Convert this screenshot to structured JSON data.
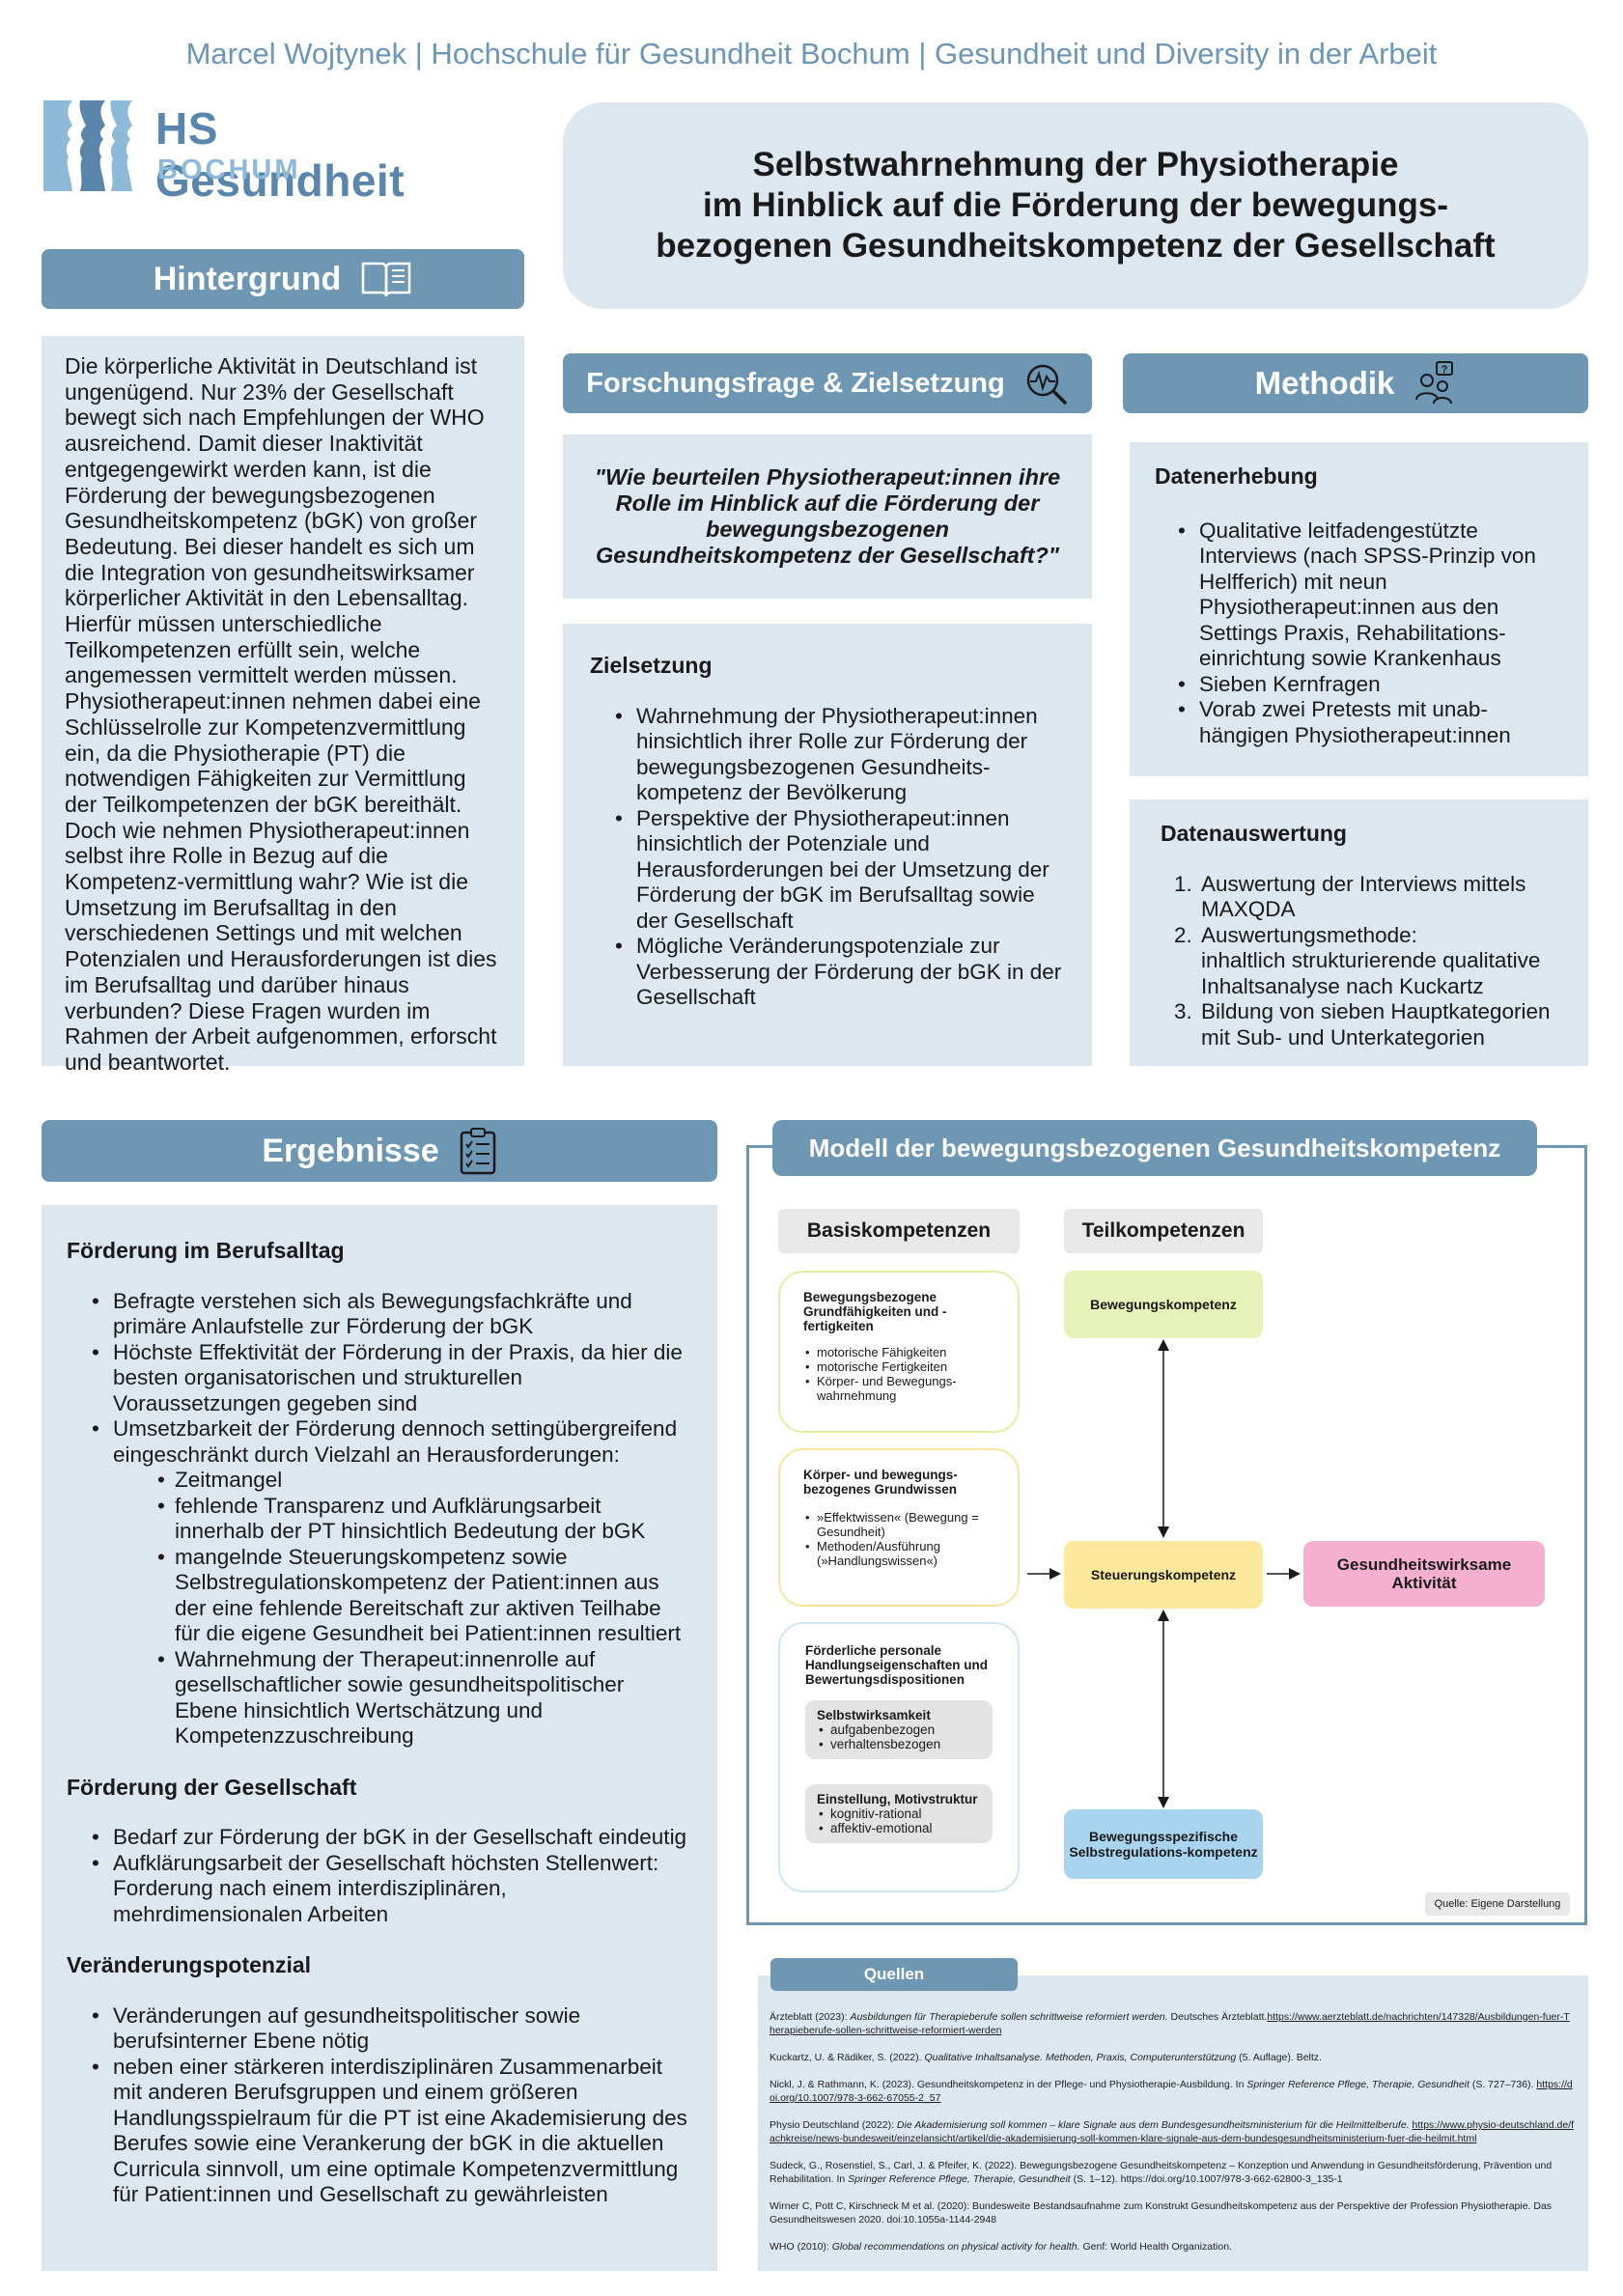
{
  "header": {
    "line": "Marcel Wojtynek | Hochschule für Gesundheit Bochum | Gesundheit und Diversity in der Arbeit"
  },
  "logo": {
    "name": "HS Gesundheit",
    "city": "BOCHUM"
  },
  "title": {
    "line1": "Selbstwahrnehmung der Physiotherapie",
    "line2": "im Hinblick auf die Förderung der bewegungs-",
    "line3": "bezogenen Gesundheitskompetenz der Gesellschaft"
  },
  "hintergrund": {
    "heading": "Hintergrund",
    "text": "Die körperliche Aktivität in Deutschland ist ungenügend. Nur 23% der Gesellschaft bewegt sich nach Empfehlungen der WHO ausreichend. Damit dieser Inaktivität entgegengewirkt werden kann, ist die Förderung der bewegungsbezogenen Gesundheitskompetenz (bGK) von großer Bedeutung. Bei dieser handelt es sich um die Integration von gesundheitswirksamer körperlicher Aktivität in den Lebensalltag. Hierfür müssen unterschiedliche Teilkompetenzen erfüllt sein, welche angemessen vermittelt werden müssen. Physiotherapeut:innen nehmen dabei eine Schlüsselrolle zur Kompetenzvermittlung ein, da die Physiotherapie (PT) die notwendigen Fähigkeiten zur Vermittlung der Teilkompetenzen der bGK bereithält. Doch wie nehmen Physiotherapeut:innen selbst ihre Rolle in Bezug auf die Kompetenz-vermittlung wahr? Wie ist die Umsetzung im Berufsalltag in den verschiedenen Settings und mit welchen Potenzialen und Herausforderungen ist dies im Berufsalltag und darüber hinaus verbunden? Diese Fragen wurden im Rahmen der Arbeit aufgenommen, erforscht und beantwortet."
  },
  "forschung": {
    "heading": "Forschungsfrage & Zielsetzung",
    "question": "\"Wie beurteilen Physiotherapeut:innen ihre Rolle im Hinblick auf die Förderung der bewegungsbezogenen Gesundheitskompetenz der Gesellschaft?\"",
    "ziel_title": "Zielsetzung",
    "ziel_items": [
      "Wahrnehmung der Physiotherapeut:innen hinsichtlich ihrer Rolle zur Förderung der bewegungsbezogenen Gesundheits-kompetenz der Bevölkerung",
      "Perspektive der Physiotherapeut:innen hinsichtlich der Potenziale und Herausforderungen bei der Umsetzung der Förderung der bGK im Berufsalltag sowie der Gesellschaft",
      "Mögliche Veränderungspotenziale zur Verbesserung der Förderung der bGK in der Gesellschaft"
    ]
  },
  "methodik": {
    "heading": "Methodik",
    "erhebung_title": "Datenerhebung",
    "erhebung_items": [
      "Qualitative leitfadengestützte Interviews (nach SPSS-Prinzip von Helfferich) mit neun Physiotherapeut:innen aus den Settings Praxis, Rehabilitations-einrichtung sowie Krankenhaus",
      "Sieben Kernfragen",
      "Vorab zwei Pretests mit unab-hängigen Physiotherapeut:innen"
    ],
    "auswertung_title": "Datenauswertung",
    "auswertung_items": [
      {
        "num": "1.",
        "text": "Auswertung der Interviews mittels MAXQDA"
      },
      {
        "num": "2.",
        "bold": "Auswertungsmethode:",
        "text": "inhaltlich strukturierende qualitative Inhaltsanalyse nach Kuckartz"
      },
      {
        "num": "3.",
        "text": "Bildung von sieben Hauptkategorien mit Sub- und Unterkategorien"
      }
    ]
  },
  "ergebnisse": {
    "heading": "Ergebnisse",
    "s1_title": "Förderung im Berufsalltag",
    "s1_items": [
      "Befragte verstehen sich als Bewegungsfachkräfte und primäre Anlaufstelle zur Förderung der bGK",
      "Höchste Effektivität der Förderung in der Praxis, da hier die besten organisatorischen und strukturellen Voraussetzungen gegeben sind",
      "Umsetzbarkeit der Förderung dennoch settingübergreifend eingeschränkt durch Vielzahl an Herausforderungen:"
    ],
    "s1_sub": [
      "Zeitmangel",
      "fehlende Transparenz und Aufklärungsarbeit innerhalb der PT hinsichtlich Bedeutung der bGK",
      "mangelnde Steuerungskompetenz sowie Selbstregulationskompetenz der Patient:innen aus der eine fehlende Bereitschaft zur aktiven Teilhabe für die eigene Gesundheit bei Patient:innen resultiert",
      "Wahrnehmung der Therapeut:innenrolle auf gesellschaftlicher sowie gesundheitspolitischer Ebene hinsichtlich Wertschätzung und Kompetenzzuschreibung"
    ],
    "s2_title": "Förderung der Gesellschaft",
    "s2_items": [
      "Bedarf zur Förderung der bGK in der Gesellschaft eindeutig",
      "Aufklärungsarbeit der Gesellschaft höchsten Stellenwert: Forderung nach einem interdisziplinären, mehrdimensionalen Arbeiten"
    ],
    "s3_title": "Veränderungspotenzial",
    "s3_items": [
      "Veränderungen auf gesundheitspolitischer sowie berufsinterner Ebene nötig",
      "neben einer stärkeren interdisziplinären Zusammenarbeit mit anderen Berufsgruppen und einem größeren Handlungsspielraum für die PT ist eine Akademisierung des Berufes sowie eine Verankerung der bGK in die aktuellen Curricula sinnvoll, um eine optimale Kompetenzvermittlung für Patient:innen und Gesellschaft zu gewährleisten"
    ]
  },
  "modell": {
    "heading": "Modell der bewegungsbezogenen Gesundheitskompetenz",
    "col1": "Basiskompetenzen",
    "col2": "Teilkompetenzen",
    "box1_title": "Bewegungsbezogene Grundfähigkeiten und -fertigkeiten",
    "box1_items": [
      "motorische Fähigkeiten",
      "motorische Fertigkeiten",
      "Körper- und Bewegungs-wahrnehmung"
    ],
    "box2_title": "Körper- und bewegungs-bezogenes Grundwissen",
    "box2_items": [
      "»Effektwissen« (Bewegung = Gesundheit)",
      "Methoden/Ausführung (»Handlungswissen«)"
    ],
    "box3_title": "Förderliche personale Handlungseigenschaften und Bewertungsdispositionen",
    "box3_sub1_title": "Selbstwirksamkeit",
    "box3_sub1_items": [
      "aufgabenbezogen",
      "verhaltensbezogen"
    ],
    "box3_sub2_title": "Einstellung, Motivstruktur",
    "box3_sub2_items": [
      "kognitiv-rational",
      "affektiv-emotional"
    ],
    "teil1": "Bewegungskompetenz",
    "teil2": "Steuerungskompetenz",
    "teil3": "Bewegungsspezifische Selbstregulations-kompetenz",
    "result": "Gesundheitswirksame Aktivität",
    "source": "Quelle: Eigene Darstellung",
    "colors": {
      "green": "#e6f2b8",
      "yellow": "#fbe89a",
      "blue": "#a9d4f0",
      "pink": "#f6b0cf",
      "frame": "#6e97b4"
    }
  },
  "quellen": {
    "heading": "Quellen",
    "refs": [
      {
        "pre": "Ärzteblatt (2023): ",
        "it": "Ausbildungen für Therapieberufe sollen schrittweise reformiert werden.",
        "post": " Deutsches Ärzteblatt.",
        "link": "https://www.aerzteblatt.de/nachrichten/147328/Ausbildungen-fuer-Therapieberufe-sollen-schrittweise-reformiert-werden"
      },
      {
        "pre": "Kuckartz, U. & Rädiker, S. (2022). ",
        "it": "Qualitative Inhaltsanalyse. Methoden, Praxis, Computerunterstützung",
        "post": " (5. Auflage). Beltz.",
        "link": ""
      },
      {
        "pre": "Nickl, J. & Rathmann, K. (2023). Gesundheitskompetenz in der Pflege- und Physiotherapie-Ausbildung. In ",
        "it": "Springer Reference Pflege, Therapie, Gesundheit",
        "post": " (S. 727–736). ",
        "link": "https://doi.org/10.1007/978-3-662-67055-2_57"
      },
      {
        "pre": "Physio Deutschland (2022): ",
        "it": "Die Akademisierung soll kommen – klare Signale aus dem Bundesgesundheitsministerium für die Heilmittelberufe.",
        "post": " ",
        "link": "https://www.physio-deutschland.de/fachkreise/news-bundesweit/einzelansicht/artikel/die-akademisierung-soll-kommen-klare-signale-aus-dem-bundesgesundheitsministerium-fuer-die-heilmit.html"
      },
      {
        "pre": "Sudeck, G., Rosenstiel, S., Carl, J. & Pfeifer, K. (2022). Bewegungsbezogene Gesundheitskompetenz – Konzeption und Anwendung in Gesundheitsförderung, Prävention und Rehabilitation. In ",
        "it": "Springer Reference Pflege, Therapie, Gesundheit",
        "post": " (S. 1–12). https://doi.org/10.1007/978-3-662-62800-3_135-1",
        "link": ""
      },
      {
        "pre": "Wirner C, Pott C, Kirschneck M et al. (2020): Bundesweite Bestandsaufnahme zum Konstrukt Gesundheitskompetenz aus der Perspektive der Profession Physiotherapie. Das Gesundheitswesen 2020. doi:10.1055a-1144-2948",
        "it": "",
        "post": "",
        "link": ""
      },
      {
        "pre": "WHO (2010): ",
        "it": "Global recommendations on physical activity for health.",
        "post": " Genf: World Health Organization.",
        "link": ""
      }
    ]
  }
}
